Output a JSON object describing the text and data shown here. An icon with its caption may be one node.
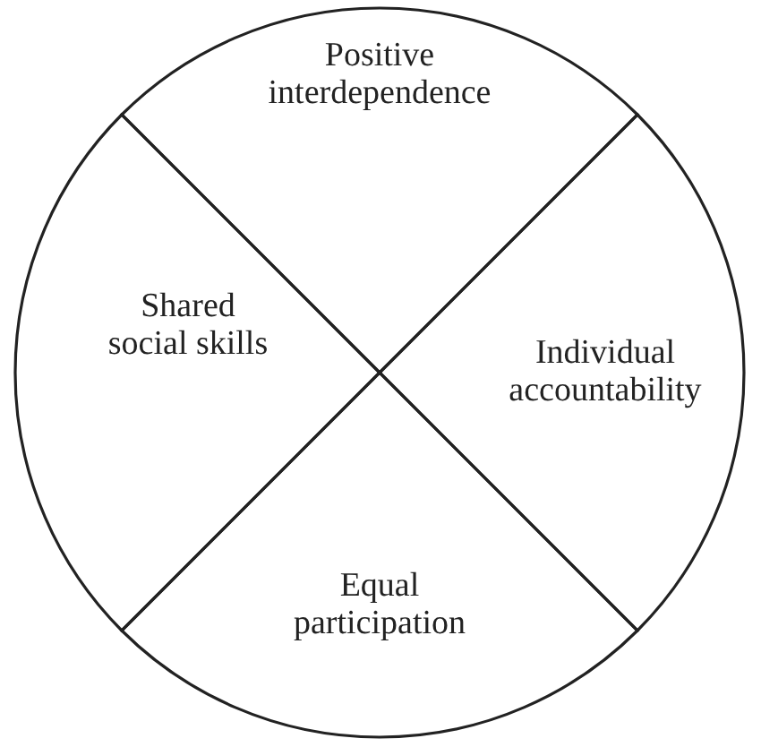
{
  "diagram": {
    "nodes": [
      {
        "text": [
          "Positive interdependence"
        ]
      },
      {
        "text": [
          "Shared social skills"
        ]
      },
      {
        "text": [
          "Individual accountability"
        ]
      },
      {
        "text": [
          "Equal participation"
        ]
      }
    ]
  }
}
